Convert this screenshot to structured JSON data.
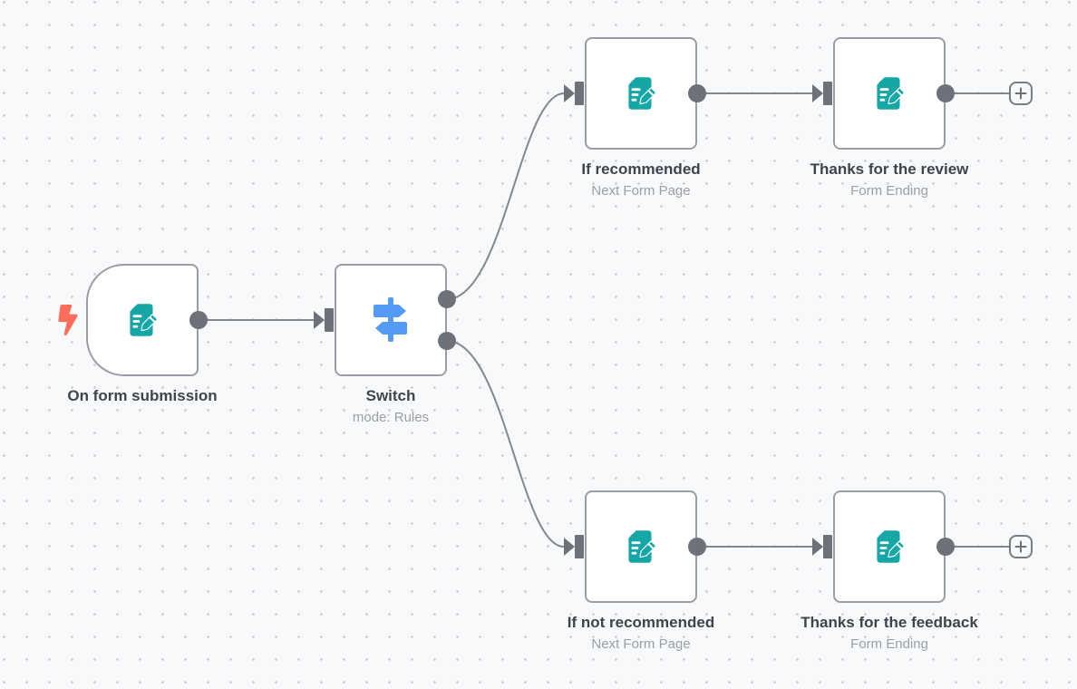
{
  "app": {
    "name": "workflow-canvas"
  },
  "colors": {
    "canvas_bg": "#f8f9fb",
    "grid_dot": "#c6c9d0",
    "node_border": "#9a9da5",
    "connector": "#83878e",
    "port": "#6d727a",
    "label_text": "#3e434c",
    "subtitle_text": "#9a9ea6",
    "form_teal": "#16a6a6",
    "switch_blue": "#549bf5",
    "trigger_bolt_red": "#ff6d5a"
  },
  "nodes": {
    "trigger": {
      "label": "On form submission",
      "subtitle": ""
    },
    "switch": {
      "label": "Switch",
      "subtitle": "mode: Rules"
    },
    "if_recommended": {
      "label": "If recommended",
      "subtitle": "Next Form Page"
    },
    "thanks_review": {
      "label": "Thanks for the review",
      "subtitle": "Form Ending"
    },
    "if_not_recommended": {
      "label": "If not recommended",
      "subtitle": "Next Form Page"
    },
    "thanks_feedback": {
      "label": "Thanks for the feedback",
      "subtitle": "Form Ending"
    }
  },
  "icons": {
    "trigger_icon": "lightning-bolt",
    "form_icon": "form-document-pencil",
    "switch_icon": "signpost",
    "add_node_icon": "plus"
  }
}
